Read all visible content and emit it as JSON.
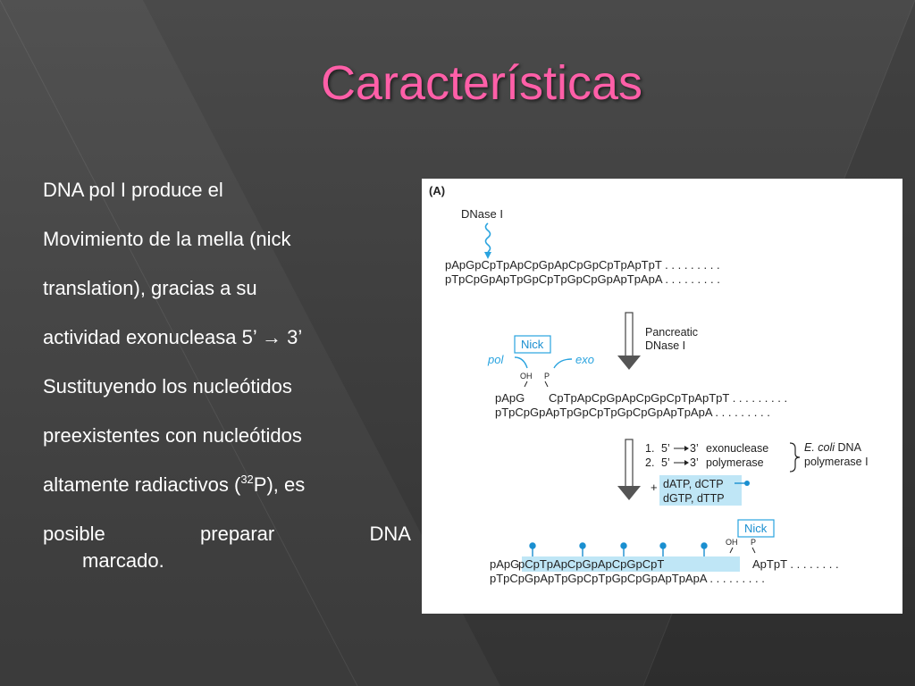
{
  "slide": {
    "title": "Características",
    "body_lines": [
      "DNA pol I produce el",
      "Movimiento de la mella (nick",
      "translation), gracias a su",
      "actividad exonucleasa 5’ → 3’",
      "Sustituyendo los nucleótidos",
      "preexistentes con nucleótidos"
    ],
    "radio_line": {
      "before": "altamente radiactivos (",
      "sup": "32",
      "after": "P), es"
    },
    "justified_words": [
      "posible",
      "preparar",
      "DNA"
    ],
    "last_line": "marcado."
  },
  "figure": {
    "panel_label": "(A)",
    "dnase_label": "DNase I",
    "seq1_top": "pApGpCpTpApCpGpApCpGpCpTpApTpT . . . . . . . . .",
    "seq1_bottom": "pTpCpGpApTpGpCpTpGpCpGpApTpApA . . . . . . . . .",
    "pancreatic_line1": "Pancreatic",
    "pancreatic_line2": "DNase I",
    "nick_label": "Nick",
    "pol_label": "pol",
    "exo_label": "exo",
    "oh_label": "OH",
    "p_label": "P",
    "seq2_top_a": "pApG",
    "seq2_top_b": "CpTpApCpGpApCpGpCpTpApTpT . . . . . . . . .",
    "seq2_bottom": "pTpCpGpApTpGpCpTpGpCpGpApTpApA . . . . . . . . .",
    "step1_num": "1.",
    "step1_from": "5’",
    "step1_to": "3’",
    "step1_name": "exonuclease",
    "step2_num": "2.",
    "step2_from": "5’",
    "step2_to": "3’",
    "step2_name": "polymerase",
    "ecoli_italic": "E. coli",
    "ecoli_rest": " DNA",
    "ecoli_line2": "polymerase I",
    "plus": "+",
    "dntp1": "dATP, dCTP",
    "dntp2": "dGTP, dTTP",
    "seq3_top_a": "pApG",
    "seq3_top_b": "pCpTpApCpGpApCpGpCpT",
    "seq3_top_c": "ApTpT . . . . . . . .",
    "seq3_bottom": "pTpCpGpApTpGpCpTpGpCpGpApTpApA . . . . . . . . .",
    "colors": {
      "blue": "#29a3df",
      "highlight": "#bfe6f6",
      "pin": "#1a8fd0",
      "title": "#ff5fa8"
    }
  }
}
